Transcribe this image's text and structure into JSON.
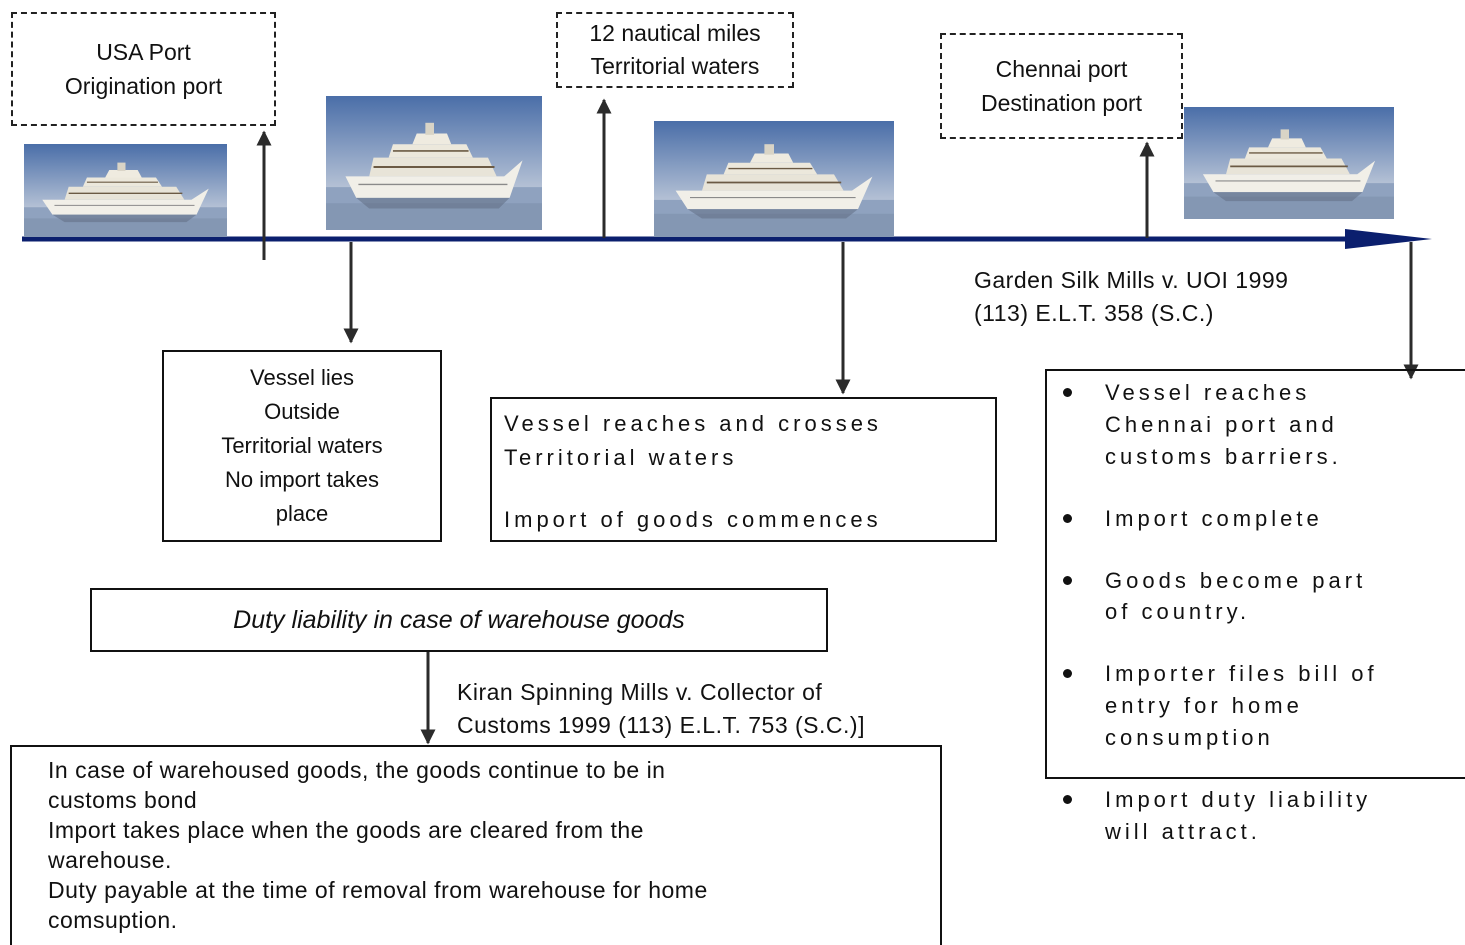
{
  "top_labels": {
    "usa_port": [
      "USA Port",
      "Origination port"
    ],
    "territorial": [
      "12 nautical miles",
      "Territorial waters"
    ],
    "chennai_port": [
      "Chennai port",
      "Destination port"
    ]
  },
  "boxes": {
    "outside": [
      "Vessel lies",
      "Outside",
      "Territorial waters",
      "No import takes",
      "place"
    ],
    "crosses": [
      "Vessel reaches and crosses",
      "Territorial waters",
      "",
      "Import of goods commences"
    ],
    "duty_title": "Duty liability in case of warehouse goods",
    "warehouse": [
      "In case of warehoused goods, the goods continue to be in",
      "customs bond",
      "Import takes place when the goods are cleared from the",
      "warehouse.",
      "Duty payable at the time of removal from warehouse for home",
      "comsuption."
    ],
    "chennai_bullets": [
      [
        "Vessel reaches",
        "Chennai port and",
        "customs barriers."
      ],
      [
        "Import complete"
      ],
      [
        "Goods become part",
        "of country."
      ],
      [
        "Importer files bill of",
        "entry for home",
        "consumption"
      ],
      [
        "Import duty liability",
        "will attract."
      ]
    ]
  },
  "cases": {
    "garden": [
      "Garden Silk Mills v. UOI 1999",
      "(113) E.L.T.  358 (S.C.)"
    ],
    "kiran": [
      "Kiran Spinning Mills v. Collector of",
      "Customs  1999 (113) E.L.T. 753 (S.C.)]"
    ]
  },
  "colors": {
    "timeline": "#0b1f6e",
    "arrow": "#2b2b2b",
    "sky": "#4a6ea8",
    "sea": "#8fa2bf",
    "hull": "#f1efe8"
  },
  "icons": [
    "ship-photo"
  ]
}
